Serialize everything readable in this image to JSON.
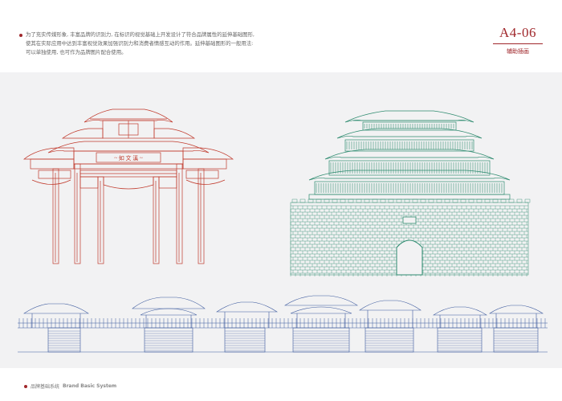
{
  "intro": {
    "lines": [
      "为了充实传媒形象, 丰富品牌的识别力, 在标识的视觉基础上开发设计了符合品牌属性的延伸基础图形,",
      "使其在实际应用中达到丰富视觉效果加强识别力和消费者情感互动的作用。延伸基础图形的一般用法:",
      "可以单独使用, 也可作为品牌图片配合使用。"
    ]
  },
  "section": {
    "code": "A4-06",
    "subtitle": "辅助插画"
  },
  "illustrations": {
    "archway_color": "#c0392b",
    "tower_color": "#2e8b6f",
    "bridge_color": "#3d5a9e"
  },
  "footer": {
    "cn": "品牌基础系统",
    "en": "Brand Basic System"
  }
}
